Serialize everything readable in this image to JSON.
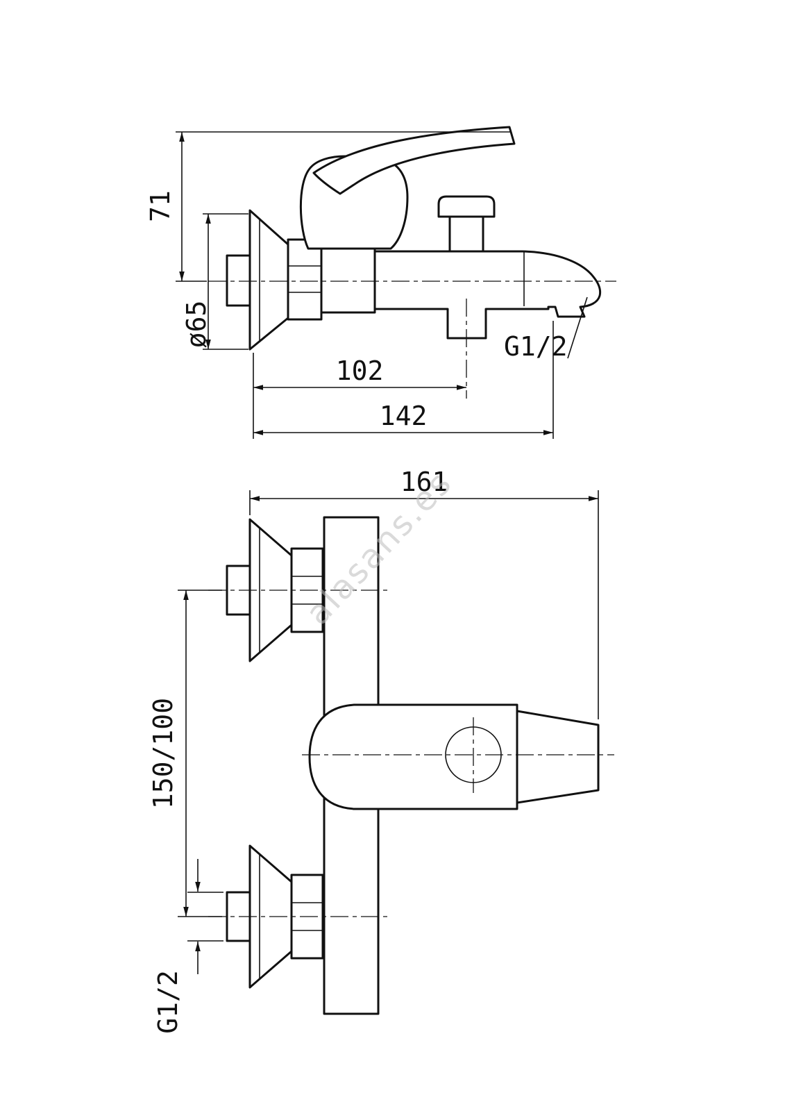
{
  "canvas": {
    "background": "#ffffff",
    "line_color": "#111111"
  },
  "watermark": {
    "text": "alasans.es",
    "color": "#bdbdbd"
  },
  "side_view": {
    "dims": {
      "handle_height": "71",
      "escutcheon_diameter": "ø65",
      "shower_outlet_offset": "102",
      "spout_reach": "142",
      "spout_thread": "G1/2"
    }
  },
  "front_view": {
    "dims": {
      "overall_width": "161",
      "mounting_centers": "150/100",
      "connection_thread": "G1/2"
    }
  }
}
